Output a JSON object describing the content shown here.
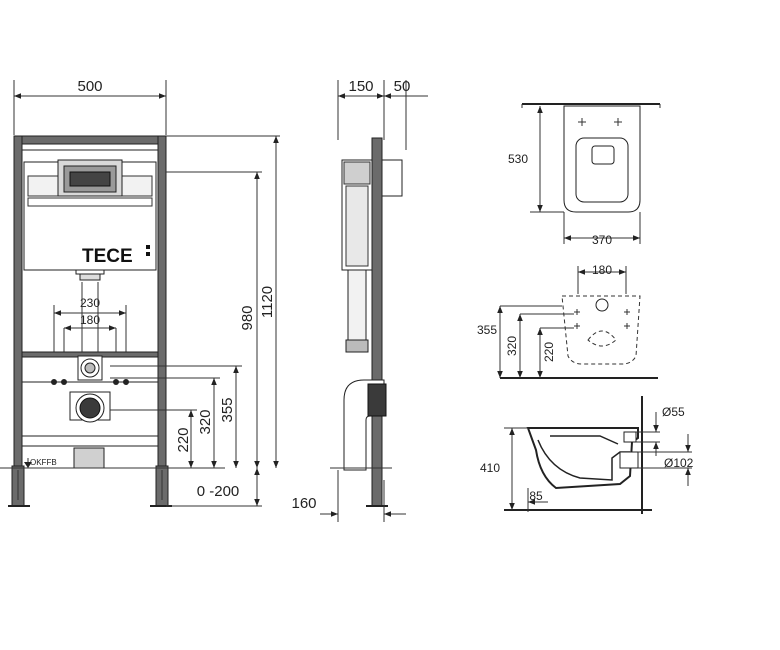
{
  "front_view": {
    "width": "500",
    "height_total": "1120",
    "height_cistern": "980",
    "bolt_spacing_outer": "230",
    "bolt_spacing_inner": "180",
    "height_355": "355",
    "height_320": "320",
    "height_220": "220",
    "floor_adjust": "0 -200",
    "floor_label": "OKFFB",
    "brand_logo": "TECE"
  },
  "side_view": {
    "depth_frame": "150",
    "depth_plate": "50",
    "depth_pipe": "160"
  },
  "bowl_top": {
    "length": "530",
    "width": "370"
  },
  "bowl_rear": {
    "bolt_spacing": "180",
    "height_355": "355",
    "height_320": "320",
    "height_220": "220"
  },
  "bowl_side": {
    "height": "410",
    "offset": "85",
    "inlet_diameter": "Ø55",
    "outlet_diameter": "Ø102"
  }
}
